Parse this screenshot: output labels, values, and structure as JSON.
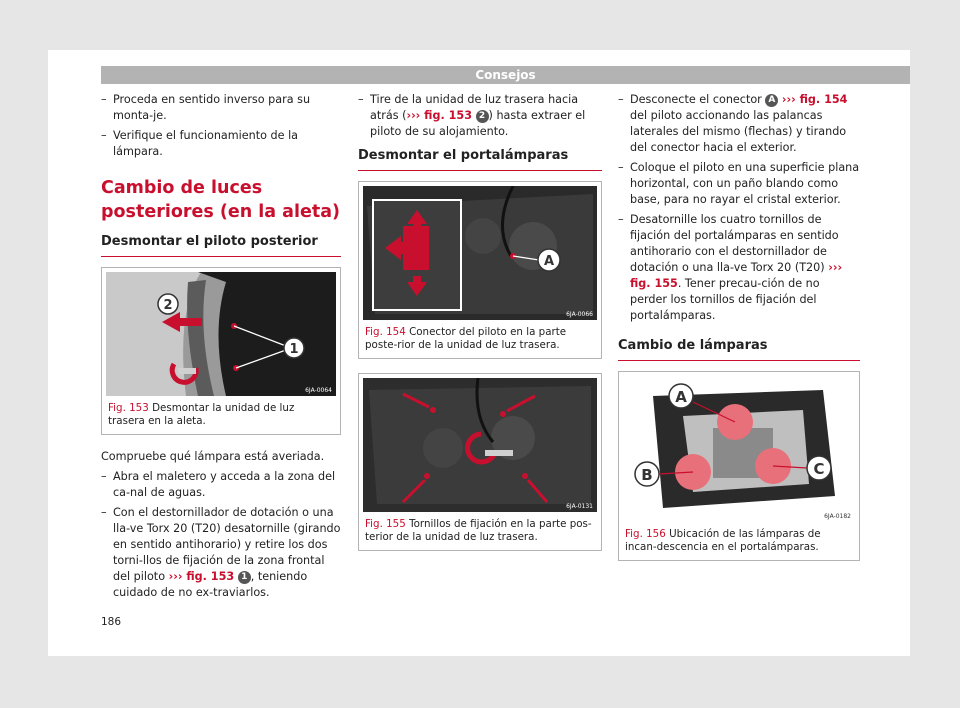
{
  "header": "Consejos",
  "page_number": "186",
  "col1": {
    "steps_top": [
      "Proceda en sentido inverso para su monta-je.",
      "Verifique el funcionamiento de la lámpara."
    ],
    "heading": "Cambio de luces posteriores (en la aleta)",
    "subheading": "Desmontar el piloto posterior",
    "figure": {
      "code": "6JA-0064",
      "fig_label": "Fig. 153",
      "caption": "Desmontar la unidad de luz trasera en la aleta.",
      "callout_1": "1",
      "callout_2": "2"
    },
    "intro": "Compruebe qué lámpara está averiada.",
    "step_1": "Abra el maletero y acceda a la zona del ca-nal de aguas.",
    "step_2_a": "Con el destornillador de dotación o una lla-ve Torx 20 (T20) desatornille (girando en sentido antihorario) y retire los dos torni-llos de fijación de la zona frontal del piloto",
    "step_2_ref": "››› fig. 153",
    "step_2_badge": "1",
    "step_2_b": ", teniendo cuidado de no ex-traviarlos."
  },
  "col2": {
    "step_a": "Tire de la unidad de luz trasera hacia atrás (",
    "step_ref": "››› fig. 153",
    "step_badge": "2",
    "step_b": ") hasta extraer el piloto de su alojamiento.",
    "subheading": "Desmontar el portalámparas",
    "figure_154": {
      "code": "6JA-0066",
      "fig_label": "Fig. 154",
      "caption": "Conector del piloto en la parte poste-rior de la unidad de luz trasera.",
      "callout": "A"
    },
    "figure_155": {
      "code": "6JA-0131",
      "fig_label": "Fig. 155",
      "caption": "Tornillos de fijación en la parte pos-terior de la unidad de luz trasera."
    }
  },
  "col3": {
    "step_1_a": "Desconecte el conector",
    "step_1_badge": "A",
    "step_1_ref": "››› fig. 154",
    "step_1_b": "del piloto accionando las palancas laterales del mismo (flechas) y tirando del conector hacia el exterior.",
    "step_2": "Coloque el piloto en una superficie plana horizontal, con un paño blando como base, para no rayar el cristal exterior.",
    "step_3_a": "Desatornille los cuatro tornillos de fijación del portalámparas en sentido antihorario con el destornillador de dotación o una lla-ve Torx 20 (T20)",
    "step_3_ref": "››› fig. 155",
    "step_3_b": ". Tener precau-ción de no perder los tornillos de fijación del portalámparas.",
    "subheading": "Cambio de lámparas",
    "figure_156": {
      "code": "6JA-0182",
      "fig_label": "Fig. 156",
      "caption": "Ubicación de las lámparas de incan-descencia en el portalámparas.",
      "label_a": "A",
      "label_b": "B",
      "label_c": "C"
    }
  },
  "colors": {
    "accent": "#c8102e",
    "header_bar": "#b3b3b3",
    "badge": "#555555"
  }
}
